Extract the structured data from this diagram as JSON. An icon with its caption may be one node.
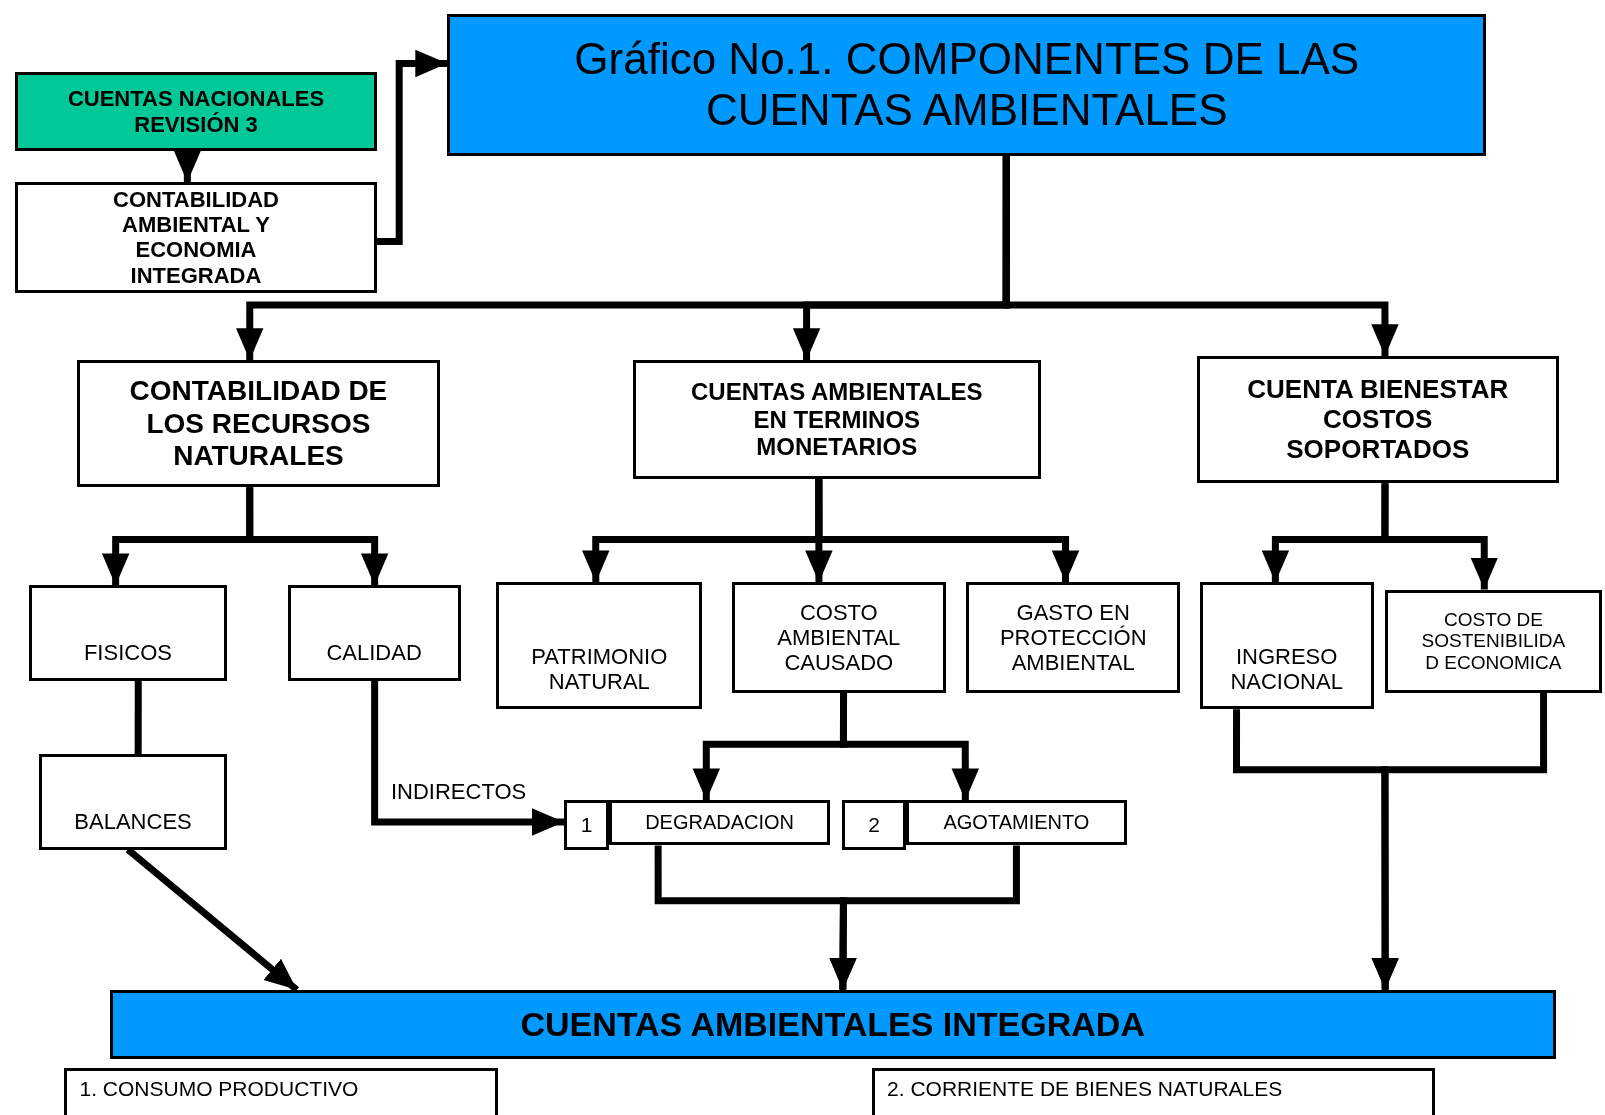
{
  "diagram": {
    "nodes": [
      {
        "text": [
          "CUENTAS NACIONALES REVISIÓN 3"
        ]
      },
      {
        "text": [
          "CONTABILIDAD AMBIENTAL Y ECONOMIA INTEGRADA"
        ]
      },
      {
        "text": [
          "Gráfico No.1. COMPONENTES DE LAS CUENTAS AMBIENTALES"
        ]
      },
      {
        "text": [
          "CONTABILIDAD DE LOS RECURSOS NATURALES"
        ]
      },
      {
        "text": [
          "CUENTAS AMBIENTALES EN TERMINOS MONETARIOS"
        ]
      },
      {
        "text": [
          "CUENTA BIENESTAR COSTOS SOPORTADOS"
        ]
      },
      {
        "text": [
          "FISICOS"
        ]
      },
      {
        "text": [
          "CALIDAD"
        ]
      },
      {
        "text": [
          "PATRIMONIO NATURAL"
        ]
      },
      {
        "text": [
          "COSTO AMBIENTAL CAUSADO"
        ]
      },
      {
        "text": [
          "GASTO EN PROTECCIÓN AMBIENTAL"
        ]
      },
      {
        "text": [
          "INGRESO NACIONAL"
        ]
      },
      {
        "text": [
          "COSTO DE SOSTENIBILIDA D ECONOMICA"
        ]
      },
      {
        "text": [
          "BALANCES"
        ]
      },
      {
        "text": [
          "1"
        ]
      },
      {
        "text": [
          "DEGRADACION"
        ]
      },
      {
        "text": [
          "2"
        ]
      },
      {
        "text": [
          "AGOTAMIENTO"
        ]
      },
      {
        "text": [
          "CUENTAS AMBIENTALES INTEGRADA"
        ]
      },
      {
        "text": [
          "1.  CONSUMO PRODUCTIVO"
        ]
      },
      {
        "text": [
          "2. CORRIENTE DE BIENES NATURALES"
        ]
      }
    ],
    "edges": [
      {
        "from": 0,
        "to": 1,
        "arrow": "to"
      },
      {
        "from": 1,
        "to": 2,
        "arrow": "to"
      },
      {
        "from": 2,
        "to": 3,
        "arrow": "to"
      },
      {
        "from": 2,
        "to": 4,
        "arrow": "to"
      },
      {
        "from": 2,
        "to": 5,
        "arrow": "to"
      },
      {
        "from": 3,
        "to": 6,
        "arrow": "to"
      },
      {
        "from": 3,
        "to": 7,
        "arrow": "to"
      },
      {
        "from": 4,
        "to": 8,
        "arrow": "to"
      },
      {
        "from": 4,
        "to": 9,
        "arrow": "to"
      },
      {
        "from": 4,
        "to": 10,
        "arrow": "to"
      },
      {
        "from": 5,
        "to": 11,
        "arrow": "to"
      },
      {
        "from": 5,
        "to": 12,
        "arrow": "to"
      },
      {
        "from": 6,
        "to": 13,
        "arrow": "none"
      },
      {
        "from": 7,
        "to": 14,
        "arrow": "to",
        "label": "INDIRECTOS"
      },
      {
        "from": 9,
        "to": 15,
        "arrow": "to"
      },
      {
        "from": 9,
        "to": 17,
        "arrow": "to"
      },
      {
        "from": 13,
        "to": 18,
        "arrow": "to"
      },
      {
        "from": 15,
        "to": 18,
        "arrow": "to"
      },
      {
        "from": 17,
        "to": 18,
        "arrow": "to"
      },
      {
        "from": 11,
        "to": 18,
        "arrow": "to"
      },
      {
        "from": 12,
        "to": 18,
        "arrow": "to"
      }
    ]
  }
}
